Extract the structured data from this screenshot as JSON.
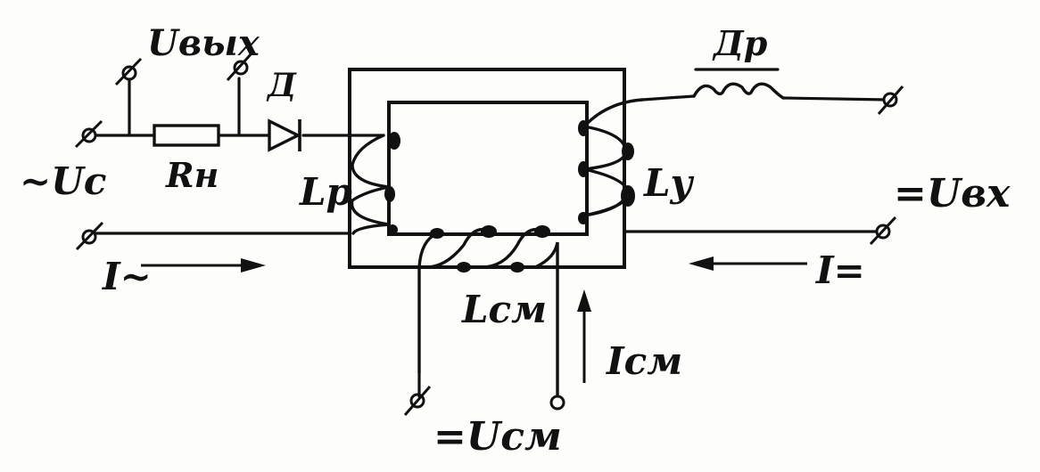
{
  "labels": {
    "u_out": "Uвых",
    "u_c": "~Uc",
    "r_n": "Rн",
    "diode": "Д",
    "choke": "Др",
    "l_p": "Lр",
    "l_y": "Lу",
    "u_in": "=Uвх",
    "i_ac": "I~",
    "i_dc": "I=",
    "l_cm": "Lсм",
    "i_cm": "Iсм",
    "u_cm": "=Uсм"
  }
}
